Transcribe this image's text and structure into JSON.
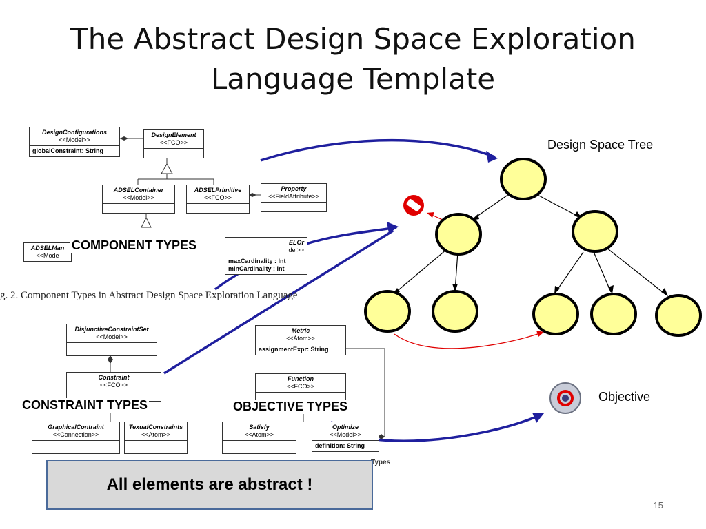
{
  "title_line1": "The Abstract Design Space Exploration",
  "title_line2": "Language Template",
  "uml": {
    "design_configurations": {
      "name": "DesignConfigurations",
      "stereo": "<<Model>>",
      "attr": "globalConstraint: String"
    },
    "design_element": {
      "name": "DesignElement",
      "stereo": "<<FCO>>"
    },
    "adsel_container": {
      "name": "ADSELContainer",
      "stereo": "<<Model>>"
    },
    "adsel_primitive": {
      "name": "ADSELPrimitive",
      "stereo": "<<FCO>>"
    },
    "property": {
      "name": "Property",
      "stereo": "<<FieldAttribute>>"
    },
    "adsel_man": {
      "name": "ADSELMan",
      "stereo": "<<Mode"
    },
    "adsel_or": {
      "name": "ELOr",
      "stereo": "del>>",
      "attr1": "maxCardinality : Int",
      "attr2": "minCardinality : Int"
    },
    "disjunctive": {
      "name": "DisjunctiveConstraintSet",
      "stereo": "<<Model>>"
    },
    "constraint": {
      "name": "Constraint",
      "stereo": "<<FCO>>"
    },
    "graphical": {
      "name": "GraphicalContraint",
      "stereo": "<<Connection>>"
    },
    "textual": {
      "name": "TexualConstraints",
      "stereo": "<<Atom>>"
    },
    "metric": {
      "name": "Metric",
      "stereo": "<<Atom>>",
      "attr": "assignmentExpr: String"
    },
    "function": {
      "name": "Function",
      "stereo": "<<FCO>>"
    },
    "satisfy": {
      "name": "Satisfy",
      "stereo": "<<Atom>>"
    },
    "optimize": {
      "name": "Optimize",
      "stereo": "<<Model>>",
      "attr": "definition: String"
    }
  },
  "fig_caption": "g. 2. Component Types in Abstract Design Space Exploration Language",
  "sub_caption_right": "Types",
  "labels": {
    "component_types": "COMPONENT TYPES",
    "constraint_types": "CONSTRAINT TYPES",
    "objective_types": "OBJECTIVE TYPES",
    "design_space_tree": "Design Space Tree",
    "objective": "Objective"
  },
  "callout": "All elements are abstract !",
  "page_number": "15",
  "colors": {
    "node_fill": "#ffff99",
    "arrow_blue": "#1f1f9e",
    "red": "#e00000",
    "callout_bg": "#d9d9d9"
  }
}
